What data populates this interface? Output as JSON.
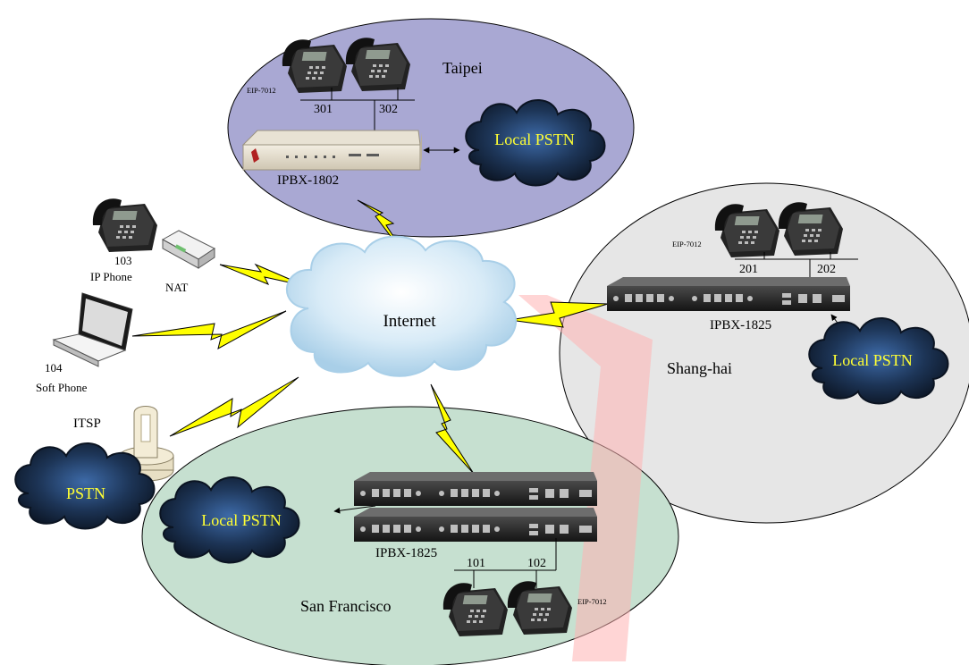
{
  "internet": {
    "label": "Internet"
  },
  "taipei": {
    "city": "Taipei",
    "phone_model": "EIP-7012",
    "ext_left": "301",
    "ext_right": "302",
    "ipbx": "IPBX-1802",
    "pstn": "Local PSTN"
  },
  "shanghai": {
    "city": "Shang-hai",
    "phone_model": "EIP-7012",
    "ext_left": "201",
    "ext_right": "202",
    "ipbx": "IPBX-1825",
    "pstn": "Local PSTN"
  },
  "sanfrancisco": {
    "city": "San Francisco",
    "phone_model": "EIP-7012",
    "ext_left": "101",
    "ext_right": "102",
    "ipbx": "IPBX-1825",
    "pstn": "Local PSTN"
  },
  "remote": {
    "ip_phone_number": "103",
    "ip_phone_label": "IP Phone",
    "nat_label": "NAT",
    "soft_phone_number": "104",
    "soft_phone_label": "Soft Phone",
    "itsp_label": "ITSP",
    "pstn_label": "PSTN"
  },
  "colors": {
    "taipei_region": "#a9a8d3",
    "shanghai_region": "#e6e6e6",
    "sanfrancisco_region": "#c6e0d0",
    "lightning": "#ffff00",
    "pstn_cloud": "#1a2c47",
    "pstn_text": "#ffff33",
    "watermark": "#ff8a8a"
  }
}
